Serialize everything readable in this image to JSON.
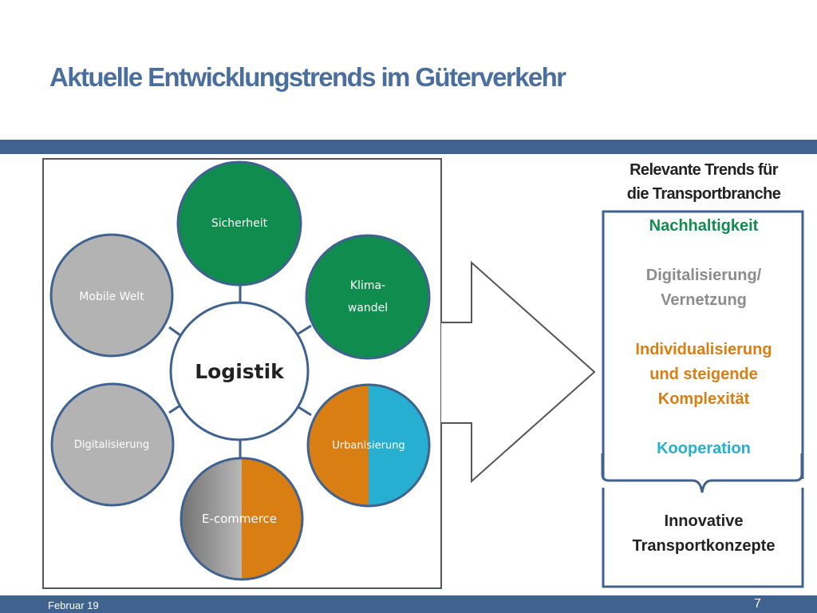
{
  "slide": {
    "title": "Aktuelle Entwicklungstrends im Güterverkehr",
    "footer_date": "Februar 19",
    "page_number": "7"
  },
  "diagram": {
    "center_label": "Logistik",
    "nodes": [
      {
        "id": "sicherheit",
        "lines": [
          "Sicherheit"
        ],
        "colors": [
          "#118c4f"
        ]
      },
      {
        "id": "klimawandel",
        "lines": [
          "Klima-",
          "wandel"
        ],
        "colors": [
          "#118c4f"
        ]
      },
      {
        "id": "urbanisierung",
        "lines": [
          "Urbanisierung"
        ],
        "colors": [
          "#d97e13",
          "#26afd0"
        ]
      },
      {
        "id": "e-commerce",
        "lines": [
          "E-commerce"
        ],
        "colors": [
          "#8a8a8a",
          "#d97e13"
        ]
      },
      {
        "id": "digitalisierung",
        "lines": [
          "Digitalisierung"
        ],
        "colors": [
          "#b3b3b3"
        ]
      },
      {
        "id": "mobile-welt",
        "lines": [
          "Mobile Welt"
        ],
        "colors": [
          "#b3b3b3"
        ]
      }
    ]
  },
  "right_panel": {
    "heading_line1": "Relevante Trends für",
    "heading_line2": "die Transportbranche",
    "trends": [
      {
        "lines": [
          "Nachhaltigkeit"
        ],
        "color": "#118c4f"
      },
      {
        "lines": [
          "Digitalisierung/",
          "Vernetzung"
        ],
        "color": "#8c8c8c"
      },
      {
        "lines": [
          "Individualisierung",
          "und steigende",
          "Komplexität"
        ],
        "color": "#d97e13"
      },
      {
        "lines": [
          "Kooperation"
        ],
        "color": "#26afd0"
      }
    ],
    "result_line1": "Innovative",
    "result_line2": "Transportkonzepte"
  }
}
